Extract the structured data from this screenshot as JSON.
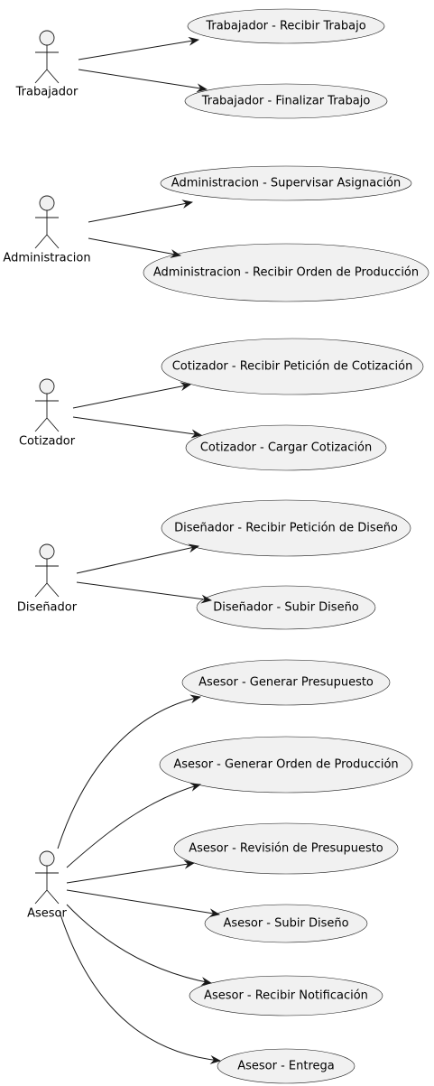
{
  "diagram": {
    "actors": {
      "trabajador": "Trabajador",
      "administracion": "Administracion",
      "cotizador": "Cotizador",
      "disenador": "Diseñador",
      "asesor": "Asesor"
    },
    "usecases": {
      "trabajador_recibir": "Trabajador - Recibir Trabajo",
      "trabajador_finalizar": "Trabajador - Finalizar Trabajo",
      "administracion_supervisar": "Administracion - Supervisar Asignación",
      "administracion_recibir": "Administracion - Recibir Orden de Producción",
      "cotizador_recibir": "Cotizador - Recibir Petición de Cotización",
      "cotizador_cargar": "Cotizador - Cargar Cotización",
      "disenador_recibir": "Diseñador - Recibir Petición de Diseño",
      "disenador_subir": "Diseñador - Subir Diseño",
      "asesor_presupuesto": "Asesor - Generar Presupuesto",
      "asesor_orden": "Asesor - Generar Orden de Producción",
      "asesor_revision": "Asesor - Revisión de Presupuesto",
      "asesor_subir": "Asesor - Subir Diseño",
      "asesor_notificacion": "Asesor - Recibir Notificación",
      "asesor_entrega": "Asesor - Entrega"
    }
  }
}
